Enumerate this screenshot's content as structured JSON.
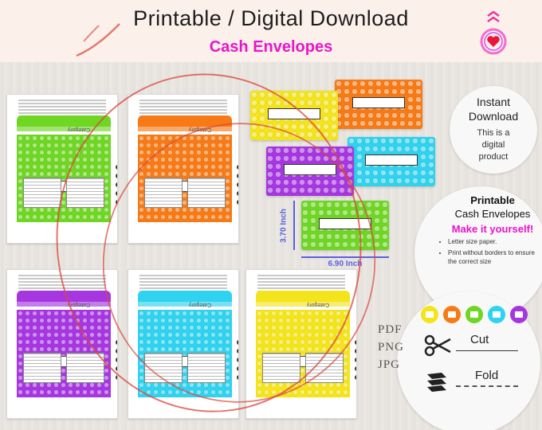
{
  "header": {
    "title": "Printable / Digital Download",
    "subtitle": "Cash Envelopes"
  },
  "colors": {
    "green": "#6fd624",
    "orange": "#f77a16",
    "purple": "#a637e0",
    "cyan": "#2fd2ef",
    "yellow": "#f4e41b",
    "accent": "#ea14c9",
    "dimension": "#5b5fe0",
    "red_mark": "#d9463b"
  },
  "pages": [
    {
      "color": "green",
      "label": "Category"
    },
    {
      "color": "orange",
      "label": "Category"
    },
    {
      "color": "purple",
      "label": "Category"
    },
    {
      "color": "cyan",
      "label": "Category"
    },
    {
      "color": "yellow",
      "label": "Category"
    }
  ],
  "dimensions": {
    "width": "6.90 Inch",
    "height": "3.70 Inch"
  },
  "instant": {
    "line1": "Instant",
    "line2": "Download",
    "line3": "This is a",
    "line4": "digital",
    "line5": "product"
  },
  "printable": {
    "heading": "Printable",
    "sub": "Cash Envelopes",
    "make": "Make it yourself!",
    "bullets": [
      "Letter size paper.",
      "Print without borders to ensure the correct size"
    ]
  },
  "formats": [
    "PDF",
    "PNG",
    "JPG"
  ],
  "instructions": {
    "cut": "Cut",
    "fold": "Fold"
  }
}
